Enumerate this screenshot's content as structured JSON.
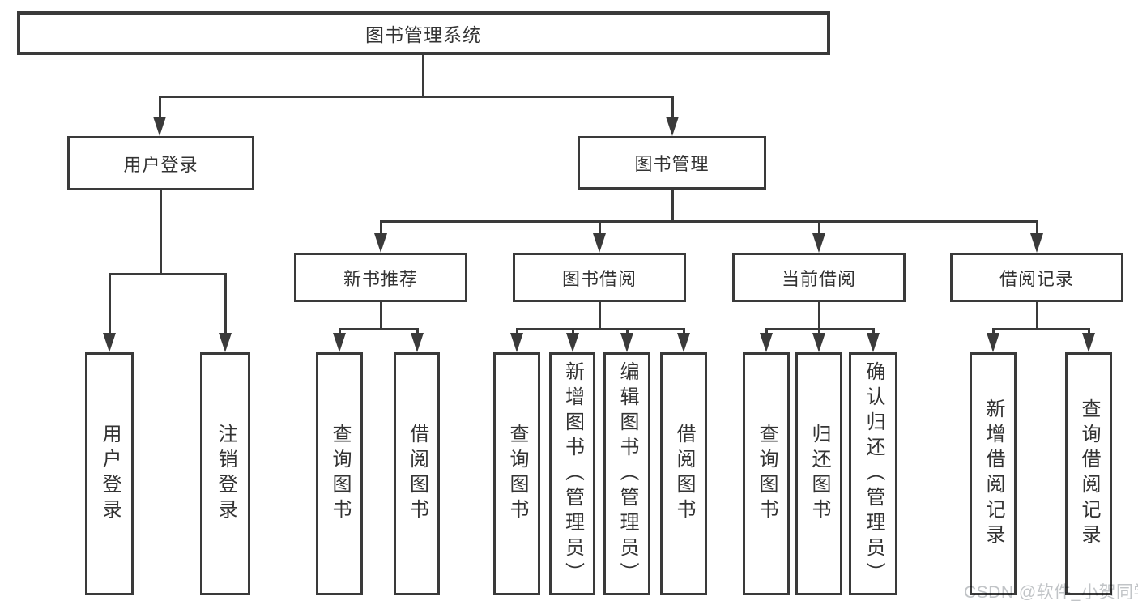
{
  "diagram": {
    "title": "图书管理系统",
    "nodes": {
      "root": "图书管理系统",
      "user_login": "用户登录",
      "book_management": "图书管理",
      "new_book_recommendation": "新书推荐",
      "book_borrowing": "图书借阅",
      "current_borrowing": "当前借阅",
      "borrowing_records": "借阅记录",
      "leaf_user_login": "用户登录",
      "leaf_logout": "注销登录",
      "leaf_query_books_recommend": "查询图书",
      "leaf_borrow_books_recommend": "借阅图书",
      "leaf_query_books_borrow": "查询图书",
      "leaf_add_book_admin": "新增图书（管理员）",
      "leaf_edit_book_admin": "编辑图书（管理员）",
      "leaf_borrow_books_borrow": "借阅图书",
      "leaf_query_books_current": "查询图书",
      "leaf_return_books": "归还图书",
      "leaf_confirm_return_admin": "确认归还（管理员）",
      "leaf_add_borrow_record": "新增借阅记录",
      "leaf_query_borrow_record": "查询借阅记录"
    },
    "hierarchy": [
      {
        "parent": "图书管理系统",
        "children": [
          "用户登录",
          "图书管理"
        ]
      },
      {
        "parent": "用户登录",
        "children": [
          "用户登录",
          "注销登录"
        ]
      },
      {
        "parent": "图书管理",
        "children": [
          "新书推荐",
          "图书借阅",
          "当前借阅",
          "借阅记录"
        ]
      },
      {
        "parent": "新书推荐",
        "children": [
          "查询图书",
          "借阅图书"
        ]
      },
      {
        "parent": "图书借阅",
        "children": [
          "查询图书",
          "新增图书（管理员）",
          "编辑图书（管理员）",
          "借阅图书"
        ]
      },
      {
        "parent": "当前借阅",
        "children": [
          "查询图书",
          "归还图书",
          "确认归还（管理员）"
        ]
      },
      {
        "parent": "借阅记录",
        "children": [
          "新增借阅记录",
          "查询借阅记录"
        ]
      }
    ]
  },
  "colors": {
    "line": "#3a3a3a",
    "box_border": "#3a3a3a",
    "box_fill": "#ffffff",
    "text": "#333333",
    "watermark": "#c1c4c7"
  },
  "watermark": {
    "text": "CSDN @软件_小贺同学"
  }
}
